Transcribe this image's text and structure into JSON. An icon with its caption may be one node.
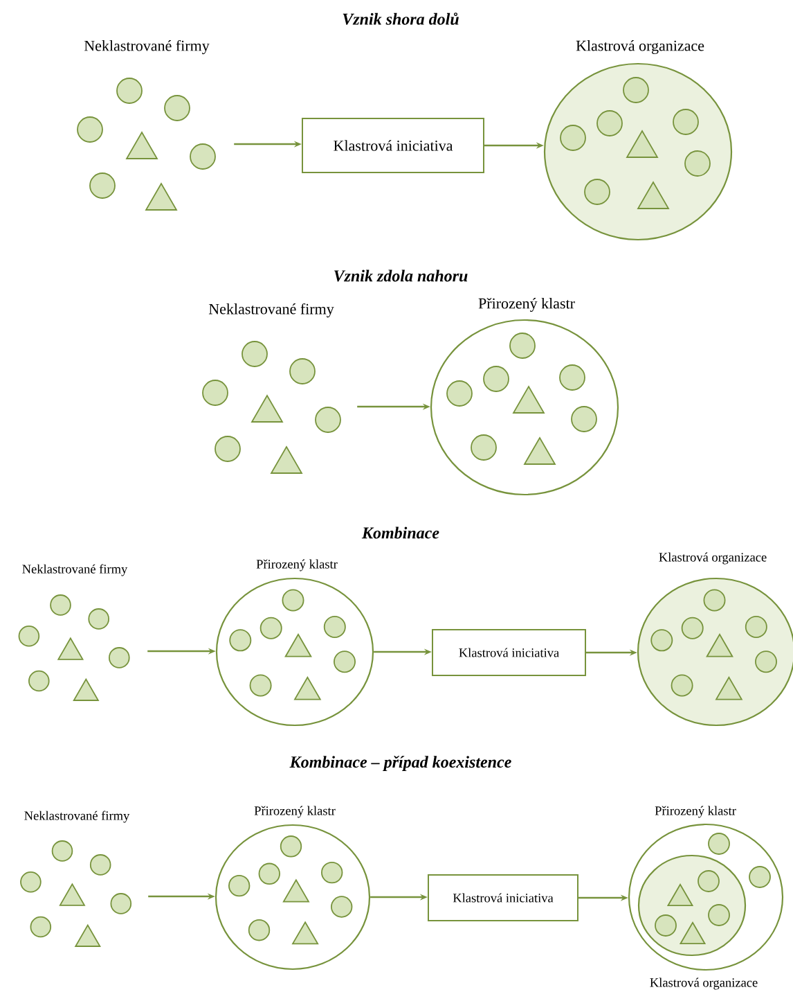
{
  "diagram": {
    "nodes": [
      {
        "text": [
          "Neklastrované firmy"
        ]
      },
      {
        "text": [
          "Klastrová iniciativa"
        ]
      },
      {
        "text": [
          "Klastrová organizace"
        ]
      },
      {
        "text": [
          "Neklastrované firmy"
        ]
      },
      {
        "text": [
          "Přirozený klastr"
        ]
      },
      {
        "text": [
          "Neklastrované firmy"
        ]
      },
      {
        "text": [
          "Přirozený klastr"
        ]
      },
      {
        "text": [
          "Klastrová iniciativa"
        ]
      },
      {
        "text": [
          "Klastrová organizace"
        ]
      },
      {
        "text": [
          "Neklastrované firmy"
        ]
      },
      {
        "text": [
          "Přirozený klastr"
        ]
      },
      {
        "text": [
          "Klastrová iniciativa"
        ]
      },
      {
        "text": [
          "Přirozený klastr"
        ]
      },
      {
        "text": [
          "Klastrová organizace"
        ],
        "in": 12
      }
    ],
    "edges": [
      {
        "from": 0,
        "to": 1,
        "arrow": "to"
      },
      {
        "from": 1,
        "to": 2,
        "arrow": "to"
      },
      {
        "from": 3,
        "to": 4,
        "arrow": "to"
      },
      {
        "from": 5,
        "to": 6,
        "arrow": "to"
      },
      {
        "from": 6,
        "to": 7,
        "arrow": "to"
      },
      {
        "from": 7,
        "to": 8,
        "arrow": "to"
      },
      {
        "from": 9,
        "to": 10,
        "arrow": "to"
      },
      {
        "from": 10,
        "to": 11,
        "arrow": "to"
      },
      {
        "from": 11,
        "to": 12,
        "arrow": "to"
      }
    ],
    "labels": [
      "Vznik shora dolů",
      "Vznik zdola nahoru",
      "Kombinace",
      "Kombinace – případ koexistence"
    ]
  }
}
